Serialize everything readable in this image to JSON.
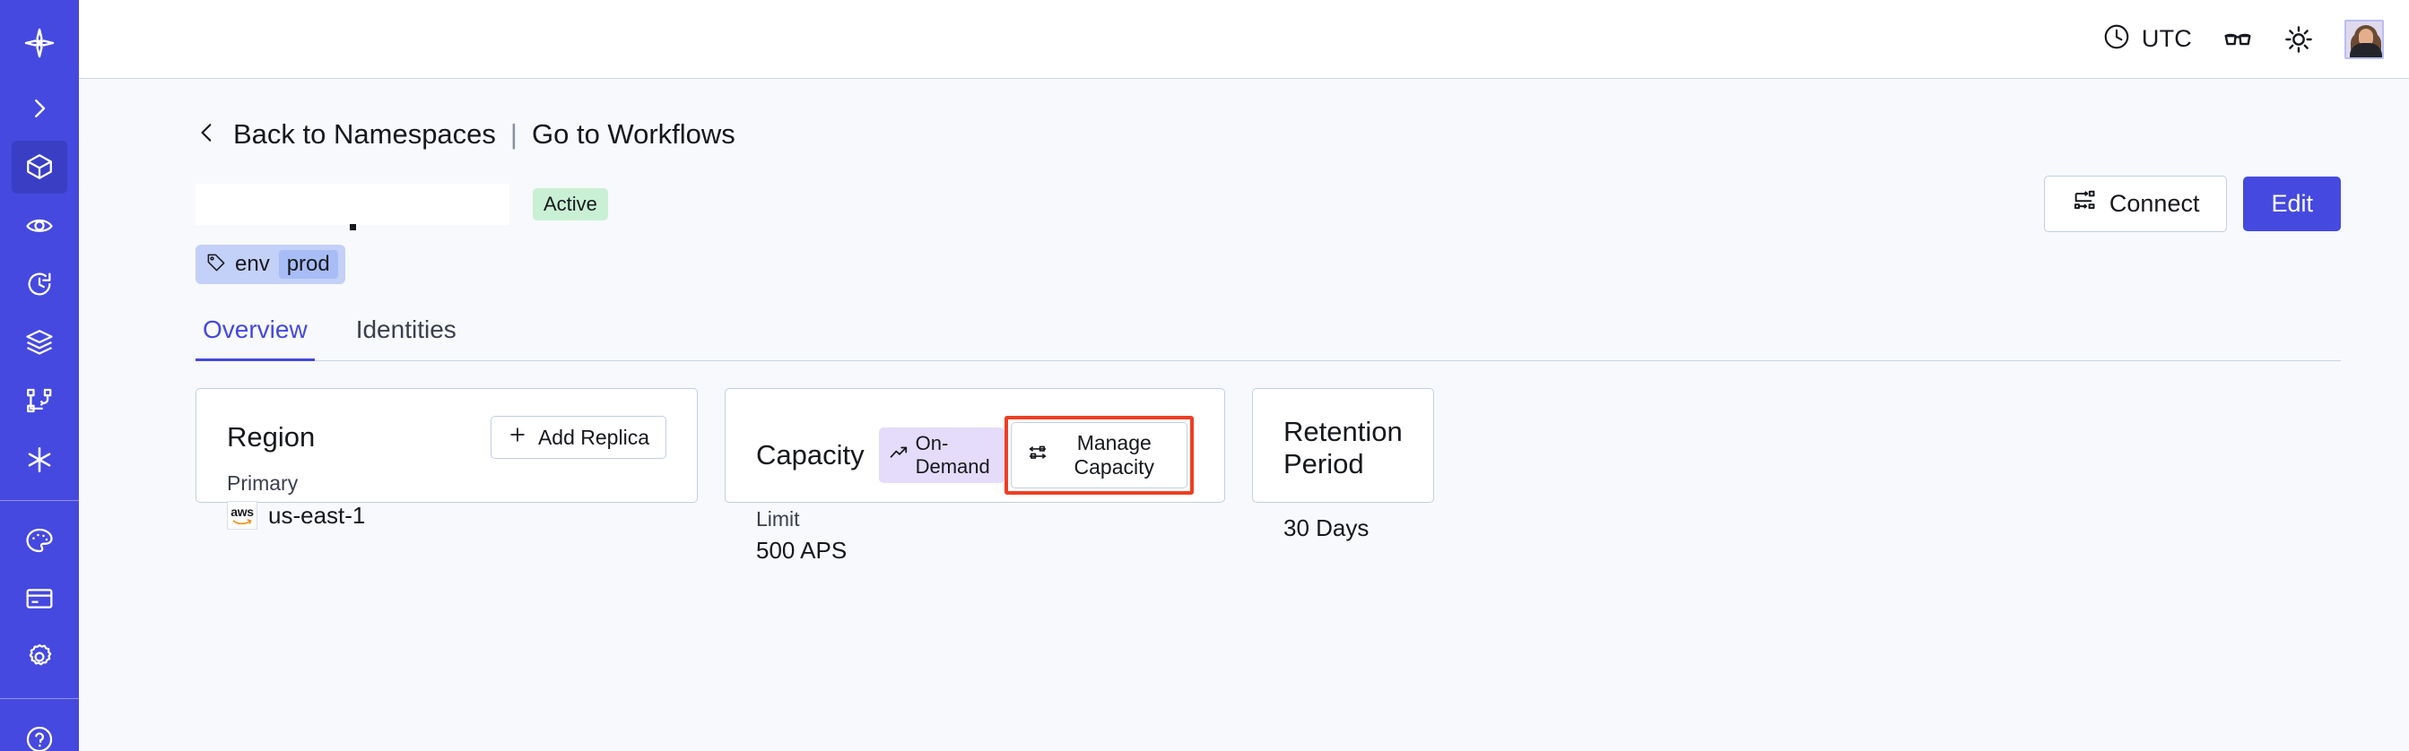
{
  "colors": {
    "sidebar_blue": "#4549df",
    "accent": "#4549df",
    "page_bg": "#f7f9fc",
    "card_border": "#c3cee3",
    "badge_active_bg": "#c9f0d5",
    "badge_ondemand_bg": "#e4dcfa",
    "tag_pill_bg": "#c3d0f7",
    "tag_value_bg": "#a8bdf5",
    "highlight_red": "#ef3e23"
  },
  "sidebar": {
    "logo_icon": "temporal-logo-icon",
    "items": [
      {
        "icon": "chevron-right-icon",
        "name": "expand-sidebar",
        "active": false
      },
      {
        "icon": "cube-icon",
        "name": "namespaces",
        "active": true
      },
      {
        "icon": "eye-icon",
        "name": "observability",
        "active": false
      },
      {
        "icon": "history-clock-icon",
        "name": "history",
        "active": false
      },
      {
        "icon": "layers-icon",
        "name": "layers",
        "active": false
      },
      {
        "icon": "workflow-branch-icon",
        "name": "workflows",
        "active": false
      },
      {
        "icon": "asterisk-icon",
        "name": "integrations",
        "active": false
      }
    ],
    "items_lower": [
      {
        "icon": "palette-icon",
        "name": "usage",
        "active": false
      },
      {
        "icon": "credit-card-icon",
        "name": "billing",
        "active": false
      },
      {
        "icon": "gear-icon",
        "name": "settings",
        "active": false
      }
    ],
    "items_footer": [
      {
        "icon": "help-circle-icon",
        "name": "help",
        "active": false
      }
    ]
  },
  "topbar": {
    "timezone_icon": "clock-icon",
    "timezone_label": "UTC",
    "glasses_icon": "reading-glasses-icon",
    "theme_icon": "sun-icon",
    "avatar_icon": "user-avatar"
  },
  "breadcrumb": {
    "back_icon": "chevron-left-icon",
    "back_label": "Back to Namespaces",
    "separator": "|",
    "forward_label": "Go to Workflows"
  },
  "namespace": {
    "title": "",
    "title_redacted": true,
    "status_badge": "Active",
    "tag": {
      "icon": "tag-icon",
      "key": "env",
      "value": "prod"
    },
    "actions": {
      "connect_icon": "connect-workflow-icon",
      "connect_label": "Connect",
      "edit_label": "Edit"
    }
  },
  "tabs": [
    {
      "label": "Overview",
      "active": true
    },
    {
      "label": "Identities",
      "active": false
    }
  ],
  "cards": {
    "region": {
      "title": "Region",
      "action_icon": "plus-icon",
      "action_label": "Add Replica",
      "label": "Primary",
      "provider_icon": "aws-logo",
      "value": "us-east-1"
    },
    "capacity": {
      "title": "Capacity",
      "badge_icon": "trending-up-icon",
      "badge_label": "On-Demand",
      "action_icon": "sliders-icon",
      "action_label": "Manage Capacity",
      "action_highlighted": true,
      "label": "Limit",
      "value": "500 APS"
    },
    "retention": {
      "title": "Retention Period",
      "value": "30 Days"
    }
  }
}
